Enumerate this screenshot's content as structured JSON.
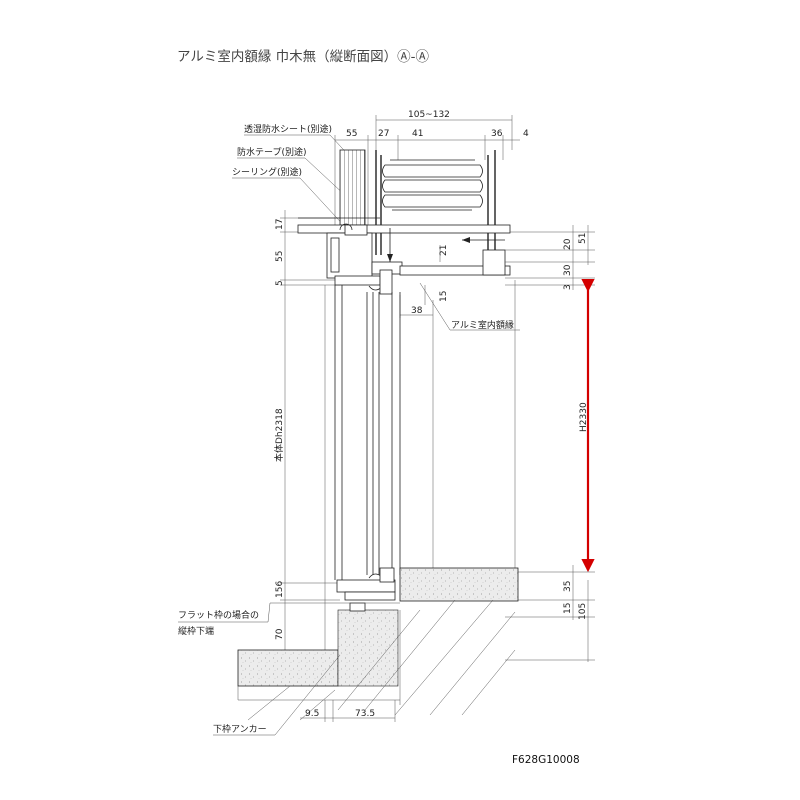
{
  "title": "アルミ室内額縁 巾木無（縦断面図）Ⓐ-Ⓐ",
  "drawing_code": "F628G10008",
  "callouts": {
    "moisture_sheet": "透湿防水シート(別途)",
    "waterproof_tape": "防水テープ(別途)",
    "sealing": "シーリング(別途)",
    "casing": "アルミ室内額縁",
    "flat_frame_note_line1": "フラット枠の場合の",
    "flat_frame_note_line2": "縦枠下端",
    "anchor": "下枠アンカー"
  },
  "dimensions": {
    "top_span": "105~132",
    "top_55": "55",
    "top_27": "27",
    "top_41": "41",
    "top_36": "36",
    "top_4": "4",
    "left_17": "17",
    "left_55": "55",
    "left_5": "5",
    "frame_height": "本体Dh2318",
    "left_156": "156",
    "left_70": "70",
    "bottom_9_5": "9.5",
    "bottom_73_5": "73.5",
    "mid_21": "21",
    "mid_15": "15",
    "mid_38": "38",
    "right_20": "20",
    "right_51": "51",
    "right_30": "30",
    "right_3": "3",
    "overall_height": "H2330",
    "right_35": "35",
    "right_15": "15",
    "right_105": "105"
  },
  "colors": {
    "line": "#222222",
    "highlight_arrow": "#d40000",
    "concrete_fill": "#e6e6e6"
  }
}
